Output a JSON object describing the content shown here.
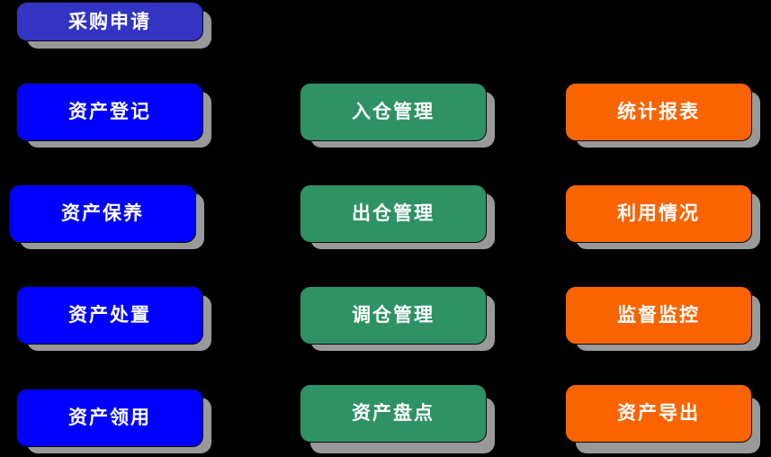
{
  "diagram": {
    "title_node": {
      "label": "采购申请",
      "color": "#3333c4",
      "text_color": "#ffffff"
    },
    "background_color": "#000000",
    "shadow_color": "#999999",
    "columns": [
      {
        "name": "asset-lifecycle",
        "color": "#0000ff",
        "nodes": [
          {
            "label": "资产登记"
          },
          {
            "label": "资产保养"
          },
          {
            "label": "资产处置"
          },
          {
            "label": "资产领用"
          }
        ]
      },
      {
        "name": "warehouse-management",
        "color": "#2e9264",
        "nodes": [
          {
            "label": "入仓管理"
          },
          {
            "label": "出仓管理"
          },
          {
            "label": "调仓管理"
          },
          {
            "label": "资产盘点"
          }
        ]
      },
      {
        "name": "reporting-supervision",
        "color": "#fa6400",
        "nodes": [
          {
            "label": "统计报表"
          },
          {
            "label": "利用情况"
          },
          {
            "label": "监督监控"
          },
          {
            "label": "资产导出"
          }
        ]
      }
    ]
  }
}
